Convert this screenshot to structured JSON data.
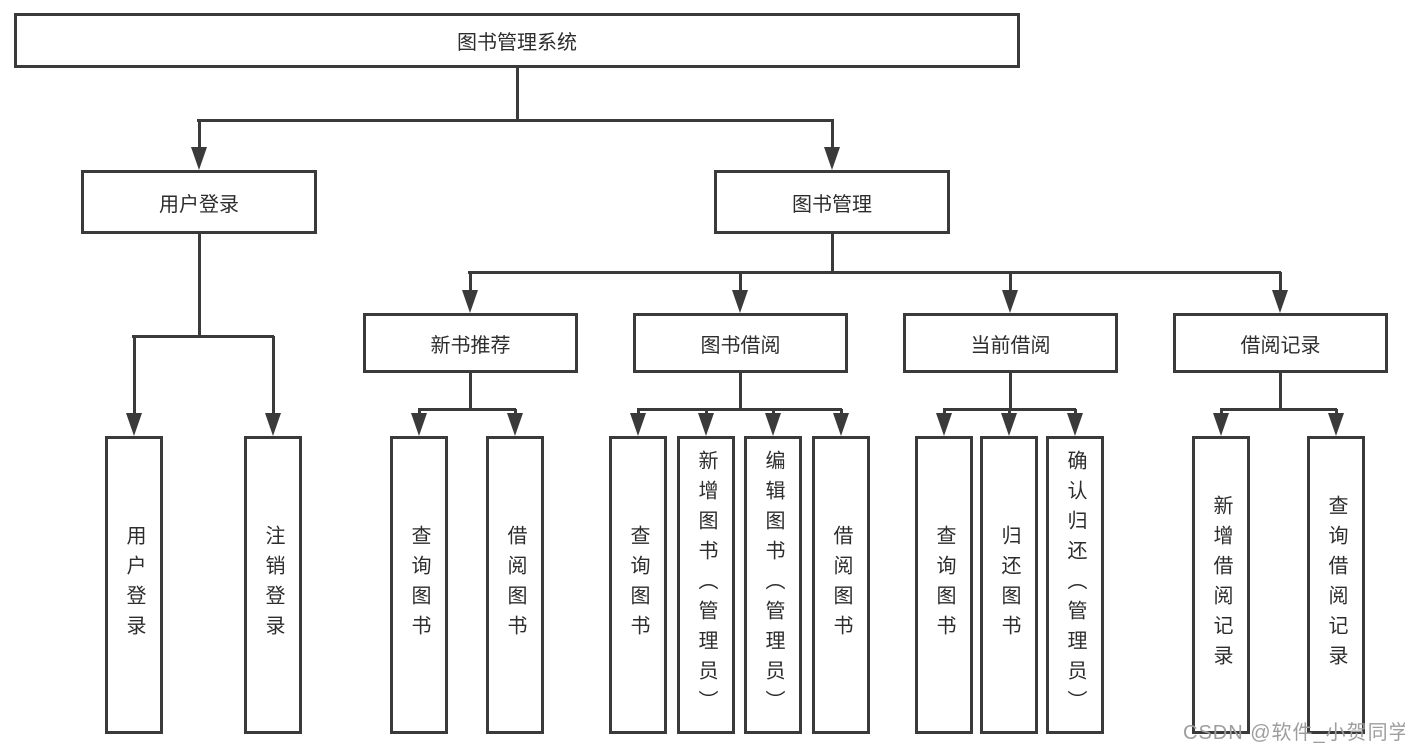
{
  "diagram": {
    "root": {
      "label": "图书管理系统"
    },
    "branches": [
      {
        "label": "用户登录",
        "children": [
          {
            "label": "用户登录"
          },
          {
            "label": "注销登录"
          }
        ]
      },
      {
        "label": "图书管理",
        "children": [
          {
            "label": "新书推荐",
            "children": [
              {
                "label": "查询图书"
              },
              {
                "label": "借阅图书"
              }
            ]
          },
          {
            "label": "图书借阅",
            "children": [
              {
                "label": "查询图书"
              },
              {
                "label": "新增图书（管理员）"
              },
              {
                "label": "编辑图书（管理员）"
              },
              {
                "label": "借阅图书"
              }
            ]
          },
          {
            "label": "当前借阅",
            "children": [
              {
                "label": "查询图书"
              },
              {
                "label": "归还图书"
              },
              {
                "label": "确认归还（管理员）"
              }
            ]
          },
          {
            "label": "借阅记录",
            "children": [
              {
                "label": "新增借阅记录"
              },
              {
                "label": "查询借阅记录"
              }
            ]
          }
        ]
      }
    ]
  },
  "watermark": {
    "text": "CSDN @软件_小贺同学"
  },
  "colors": {
    "line": "#3a3a3a",
    "box_border": "#3a3a3a",
    "text": "#2d2d2d",
    "watermark": "#9e9e9e",
    "background": "#ffffff"
  }
}
